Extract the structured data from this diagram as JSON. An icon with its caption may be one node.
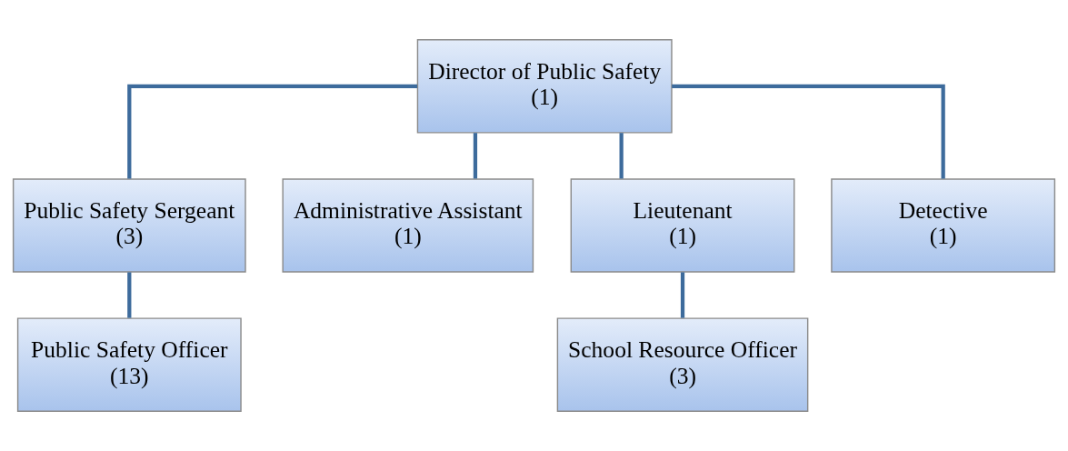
{
  "diagram": {
    "nodes": [
      {
        "text": [
          "Director of Public Safety",
          "(1)"
        ]
      },
      {
        "text": [
          "Public Safety Sergeant",
          "(3)"
        ]
      },
      {
        "text": [
          "Administrative Assistant",
          "(1)"
        ]
      },
      {
        "text": [
          "Lieutenant",
          "(1)"
        ]
      },
      {
        "text": [
          "Detective",
          "(1)"
        ]
      },
      {
        "text": [
          "Public Safety Officer",
          "(13)"
        ]
      },
      {
        "text": [
          "School Resource Officer",
          "(3)"
        ]
      }
    ],
    "edges": [
      {
        "from": 0,
        "to": 1,
        "arrow": "none"
      },
      {
        "from": 0,
        "to": 2,
        "arrow": "none"
      },
      {
        "from": 0,
        "to": 3,
        "arrow": "none"
      },
      {
        "from": 0,
        "to": 4,
        "arrow": "none"
      },
      {
        "from": 1,
        "to": 5,
        "arrow": "none"
      },
      {
        "from": 3,
        "to": 6,
        "arrow": "none"
      }
    ]
  }
}
